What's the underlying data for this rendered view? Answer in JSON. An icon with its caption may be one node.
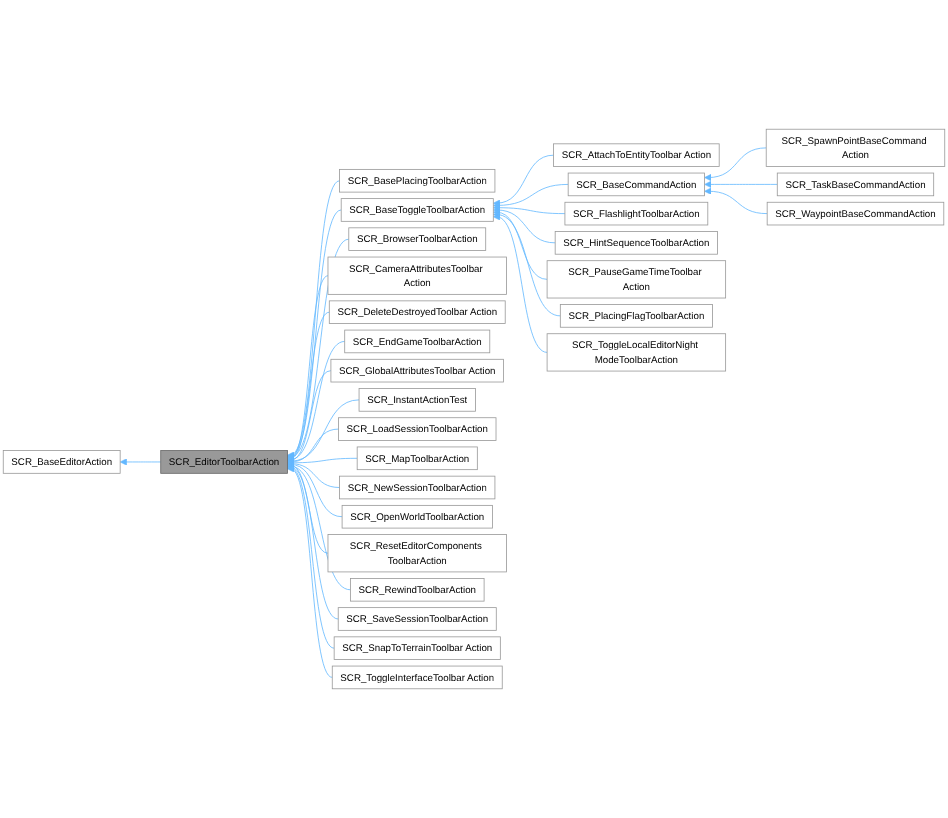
{
  "diagram": {
    "nodes": [
      {
        "text": [
          "SCR_BaseEditorAction"
        ]
      },
      {
        "text": [
          "SCR_EditorToolbarAction"
        ]
      },
      {
        "text": [
          "SCR_BasePlacingToolbarAction"
        ]
      },
      {
        "text": [
          "SCR_BaseToggleToolbarAction"
        ]
      },
      {
        "text": [
          "SCR_BrowserToolbarAction"
        ]
      },
      {
        "text": [
          "SCR_CameraAttributesToolbar Action"
        ]
      },
      {
        "text": [
          "SCR_DeleteDestroyedToolbar Action"
        ]
      },
      {
        "text": [
          "SCR_EndGameToolbarAction"
        ]
      },
      {
        "text": [
          "SCR_GlobalAttributesToolbar Action"
        ]
      },
      {
        "text": [
          "SCR_InstantActionTest"
        ]
      },
      {
        "text": [
          "SCR_LoadSessionToolbarAction"
        ]
      },
      {
        "text": [
          "SCR_MapToolbarAction"
        ]
      },
      {
        "text": [
          "SCR_NewSessionToolbarAction"
        ]
      },
      {
        "text": [
          "SCR_OpenWorldToolbarAction"
        ]
      },
      {
        "text": [
          "SCR_ResetEditorComponents ToolbarAction"
        ]
      },
      {
        "text": [
          "SCR_RewindToolbarAction"
        ]
      },
      {
        "text": [
          "SCR_SaveSessionToolbarAction"
        ]
      },
      {
        "text": [
          "SCR_SnapToTerrainToolbar Action"
        ]
      },
      {
        "text": [
          "SCR_ToggleInterfaceToolbar Action"
        ]
      },
      {
        "text": [
          "SCR_AttachToEntityToolbar Action"
        ]
      },
      {
        "text": [
          "SCR_BaseCommandAction"
        ]
      },
      {
        "text": [
          "SCR_FlashlightToolbarAction"
        ]
      },
      {
        "text": [
          "SCR_HintSequenceToolbarAction"
        ]
      },
      {
        "text": [
          "SCR_PauseGameTimeToolbar Action"
        ]
      },
      {
        "text": [
          "SCR_PlacingFlagToolbarAction"
        ]
      },
      {
        "text": [
          "SCR_ToggleLocalEditorNight ModeToolbarAction"
        ]
      },
      {
        "text": [
          "SCR_SpawnPointBaseCommand Action"
        ]
      },
      {
        "text": [
          "SCR_TaskBaseCommandAction"
        ]
      },
      {
        "text": [
          "SCR_WaypointBaseCommandAction"
        ]
      }
    ],
    "edges": [
      {
        "from": 1,
        "to": 0,
        "arrow": "to"
      },
      {
        "from": 2,
        "to": 1,
        "arrow": "to"
      },
      {
        "from": 3,
        "to": 1,
        "arrow": "to"
      },
      {
        "from": 4,
        "to": 1,
        "arrow": "to"
      },
      {
        "from": 5,
        "to": 1,
        "arrow": "to"
      },
      {
        "from": 6,
        "to": 1,
        "arrow": "to"
      },
      {
        "from": 7,
        "to": 1,
        "arrow": "to"
      },
      {
        "from": 8,
        "to": 1,
        "arrow": "to"
      },
      {
        "from": 9,
        "to": 1,
        "arrow": "to"
      },
      {
        "from": 10,
        "to": 1,
        "arrow": "to"
      },
      {
        "from": 11,
        "to": 1,
        "arrow": "to"
      },
      {
        "from": 12,
        "to": 1,
        "arrow": "to"
      },
      {
        "from": 13,
        "to": 1,
        "arrow": "to"
      },
      {
        "from": 14,
        "to": 1,
        "arrow": "to"
      },
      {
        "from": 15,
        "to": 1,
        "arrow": "to"
      },
      {
        "from": 16,
        "to": 1,
        "arrow": "to"
      },
      {
        "from": 17,
        "to": 1,
        "arrow": "to"
      },
      {
        "from": 18,
        "to": 1,
        "arrow": "to"
      },
      {
        "from": 19,
        "to": 3,
        "arrow": "to"
      },
      {
        "from": 20,
        "to": 3,
        "arrow": "to"
      },
      {
        "from": 21,
        "to": 3,
        "arrow": "to"
      },
      {
        "from": 22,
        "to": 3,
        "arrow": "to"
      },
      {
        "from": 23,
        "to": 3,
        "arrow": "to"
      },
      {
        "from": 24,
        "to": 3,
        "arrow": "to"
      },
      {
        "from": 25,
        "to": 3,
        "arrow": "to"
      },
      {
        "from": 26,
        "to": 20,
        "arrow": "to"
      },
      {
        "from": 27,
        "to": 20,
        "arrow": "to"
      },
      {
        "from": 28,
        "to": 20,
        "arrow": "to"
      }
    ]
  }
}
